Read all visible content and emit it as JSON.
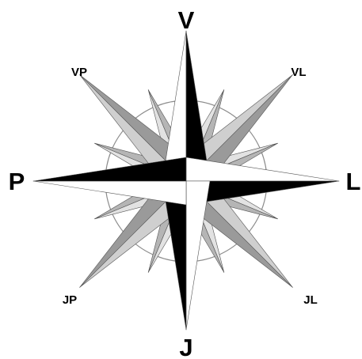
{
  "labels": {
    "north": "V",
    "south": "J",
    "west": "P",
    "east": "L",
    "northwest": "VP",
    "northeast": "VL",
    "southwest": "JP",
    "southeast": "JL"
  },
  "colors": {
    "dark": "#000000",
    "light": "#ffffff",
    "intercardinal_dark": "#9a9a9a",
    "intercardinal_light": "#cfcfcf",
    "minor_dark": "#b5b5b5",
    "minor_light": "#e2e2e2",
    "ring": "#8c8c8c",
    "outline": "#555555"
  }
}
